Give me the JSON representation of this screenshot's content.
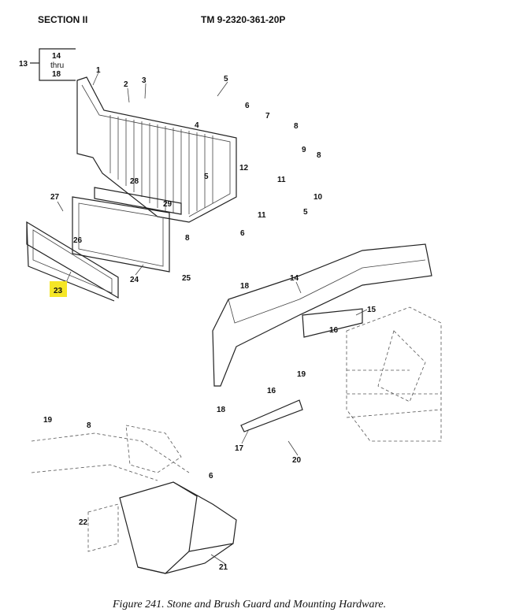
{
  "header": {
    "section": "SECTION II",
    "manual": "TM  9-2320-361-20P"
  },
  "bracket_group": {
    "callout": "13",
    "range_start": "14",
    "range_word": "thru",
    "range_end": "18"
  },
  "callouts": [
    "1",
    "2",
    "3",
    "5",
    "6",
    "7",
    "4",
    "8",
    "9",
    "8",
    "12",
    "11",
    "10",
    "11",
    "5",
    "5",
    "28",
    "27",
    "29",
    "6",
    "8",
    "26",
    "25",
    "24",
    "23",
    "18",
    "14",
    "15",
    "16",
    "19",
    "16",
    "18",
    "17",
    "20",
    "19",
    "8",
    "6",
    "22",
    "21"
  ],
  "highlight": {
    "callout": "23",
    "color": "#f5e626"
  },
  "caption": "Figure 241. Stone and Brush Guard and Mounting Hardware."
}
